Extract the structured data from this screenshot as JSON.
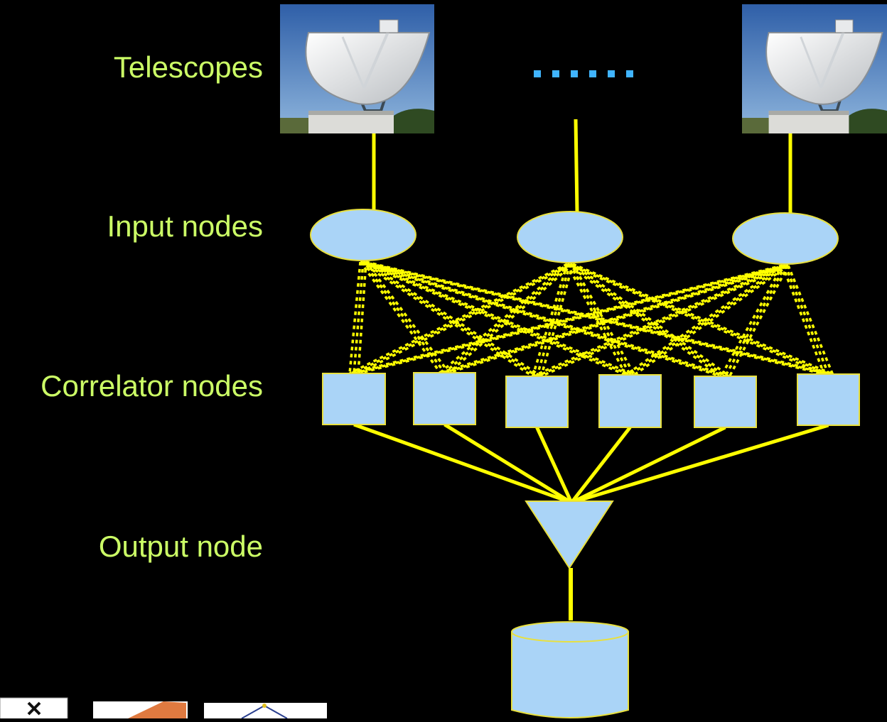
{
  "labels": {
    "telescopes": "Telescopes",
    "input_nodes": "Input nodes",
    "correlator_nodes": "Correlator nodes",
    "output_node": "Output node"
  },
  "telescopes": [
    {
      "id": "left",
      "icon": "radio-dish-telescope"
    },
    {
      "id": "middle",
      "icon": "ellipsis-dots"
    },
    {
      "id": "right",
      "icon": "radio-dish-telescope"
    }
  ],
  "ellipsis_dot_count": 6,
  "input_node_count": 3,
  "correlator_node_count": 6,
  "logos": [
    "close-x-logo",
    "orange-logo",
    "jive-logo"
  ],
  "colors": {
    "background": "#000000",
    "label_text": "#ccff66",
    "node_fill": "#aad4f7",
    "node_stroke": "#e8e040",
    "link_line": "#ffff00",
    "ellipsis_dots": "#40b4ff"
  }
}
